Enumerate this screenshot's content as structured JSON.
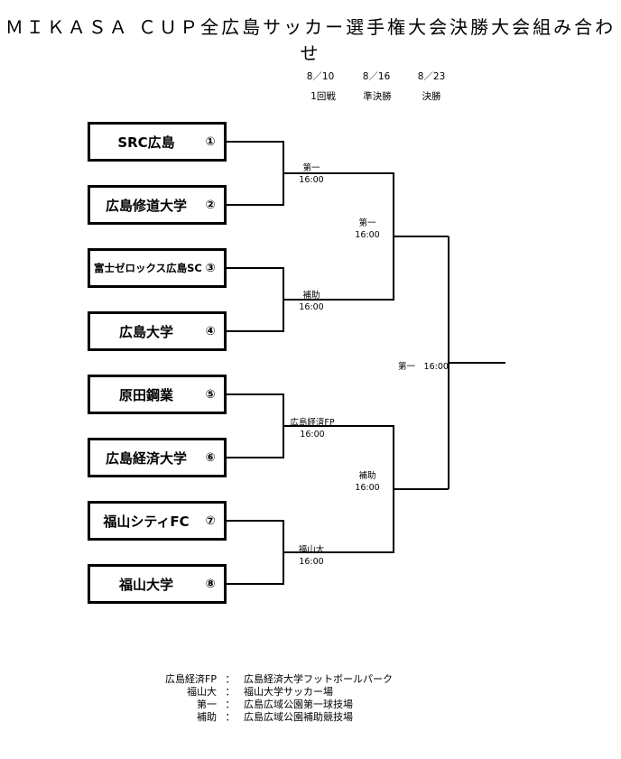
{
  "title": "ＭＩＫＡＳＡ ＣＵＰ全広島サッカー選手権大会決勝大会組み合わせ",
  "dates": [
    {
      "date": "8／10",
      "round": "1回戦"
    },
    {
      "date": "8／16",
      "round": "準決勝"
    },
    {
      "date": "8／23",
      "round": "決勝"
    }
  ],
  "teams": [
    {
      "name": "SRC広島",
      "seed": "①"
    },
    {
      "name": "広島修道大学",
      "seed": "②"
    },
    {
      "name": "富士ゼロックス広島SC",
      "seed": "③"
    },
    {
      "name": "広島大学",
      "seed": "④"
    },
    {
      "name": "原田鋼業",
      "seed": "⑤"
    },
    {
      "name": "広島経済大学",
      "seed": "⑥"
    },
    {
      "name": "福山シティFC",
      "seed": "⑦"
    },
    {
      "name": "福山大学",
      "seed": "⑧"
    }
  ],
  "matches": {
    "r1_1": {
      "venue": "第一",
      "time": "16:00"
    },
    "r1_2": {
      "venue": "補助",
      "time": "16:00"
    },
    "r1_3": {
      "venue": "広島経済FP",
      "time": "16:00"
    },
    "r1_4": {
      "venue": "福山大",
      "time": "16:00"
    },
    "sf_1": {
      "venue": "第一",
      "time": "16:00"
    },
    "sf_2": {
      "venue": "補助",
      "time": "16:00"
    },
    "final": {
      "label": "第一　16:00"
    }
  },
  "legend": [
    {
      "abbr": "広島経済FP",
      "sep": "：",
      "full": "広島経済大学フットボールパーク"
    },
    {
      "abbr": "福山大",
      "sep": "：",
      "full": "福山大学サッカー場"
    },
    {
      "abbr": "第一",
      "sep": "：",
      "full": "広島広域公園第一球技場"
    },
    {
      "abbr": "補助",
      "sep": "：",
      "full": "広島広域公園補助競技場"
    }
  ]
}
